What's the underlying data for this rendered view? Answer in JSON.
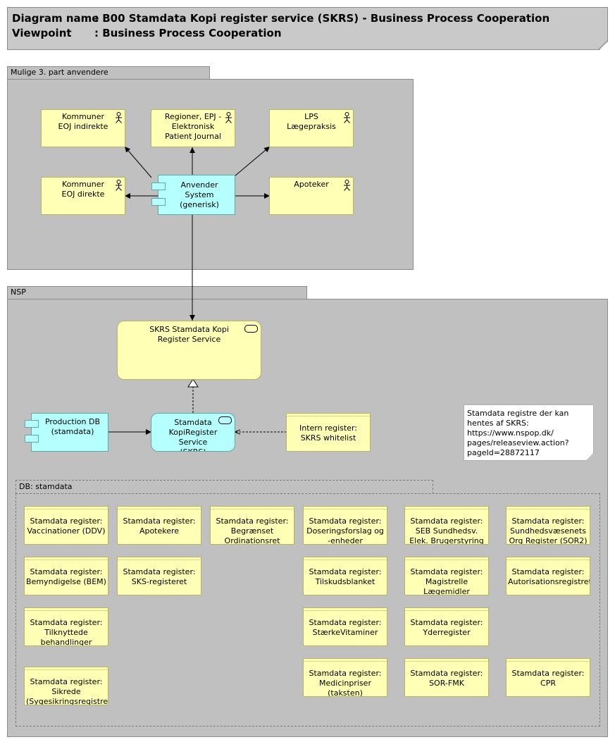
{
  "header": {
    "diagram_label": "Diagram name",
    "diagram_value": ": B00 Stamdata Kopi register service (SKRS) - Business Process Cooperation",
    "viewpoint_label": "Viewpoint",
    "viewpoint_value": ": Business Process Cooperation"
  },
  "groups": {
    "mulige": "Mulige 3. part anvendere",
    "nsp": "NSP",
    "db": "DB: stamdata"
  },
  "actors": {
    "kommuner_indirekte": "Kommuner EOJ indirekte",
    "regioner": "Regioner, EPJ - Elektronisk Patient Journal",
    "lps": "LPS Lægepraksis",
    "kommuner_direkte": "Kommuner EOJ direkte",
    "apoteker": "Apoteker"
  },
  "components": {
    "anvender": "Anvender System (generisk)",
    "production_db": "Production DB (stamdata)"
  },
  "services": {
    "skrs_service": "SKRS Stamdata Kopi Register Service",
    "kopi_register": "Stamdata KopiRegister Service (SKRS)"
  },
  "objects": {
    "intern": "Intern register: SKRS whitelist"
  },
  "note": {
    "text": "Stamdata registre der kan hentes af SKRS: https://www.nspop.dk/ pages/releaseview.action? pageId=28872117"
  },
  "registers": [
    "Stamdata register: Vaccinationer (DDV)",
    "Stamdata register: Apotekere",
    "Stamdata register: Begrænset Ordinationsret",
    "Stamdata register: Doseringsforslag og -enheder",
    "Stamdata register: SEB Sundhedsv. Elek. Brugerstyring",
    "Stamdata register: Sundhedsvæsenets Org Register (SOR2)",
    "Stamdata register: Bemyndigelse (BEM)",
    "Stamdata register: SKS-registeret",
    "Stamdata register: Tilskudsblanket",
    "Stamdata register: Magistrelle Lægemidler",
    "Stamdata register: Autorisationsregistret",
    "Stamdata register: Tilknyttede behandlinger",
    "Stamdata register: StærkeVitaminer",
    "Stamdata register: Yderregister",
    "Stamdata register: Sikrede (Sygesikringsregistre",
    "Stamdata register: Medicinpriser (taksten)",
    "Stamdata register: SOR-FMK",
    "Stamdata register: CPR"
  ]
}
